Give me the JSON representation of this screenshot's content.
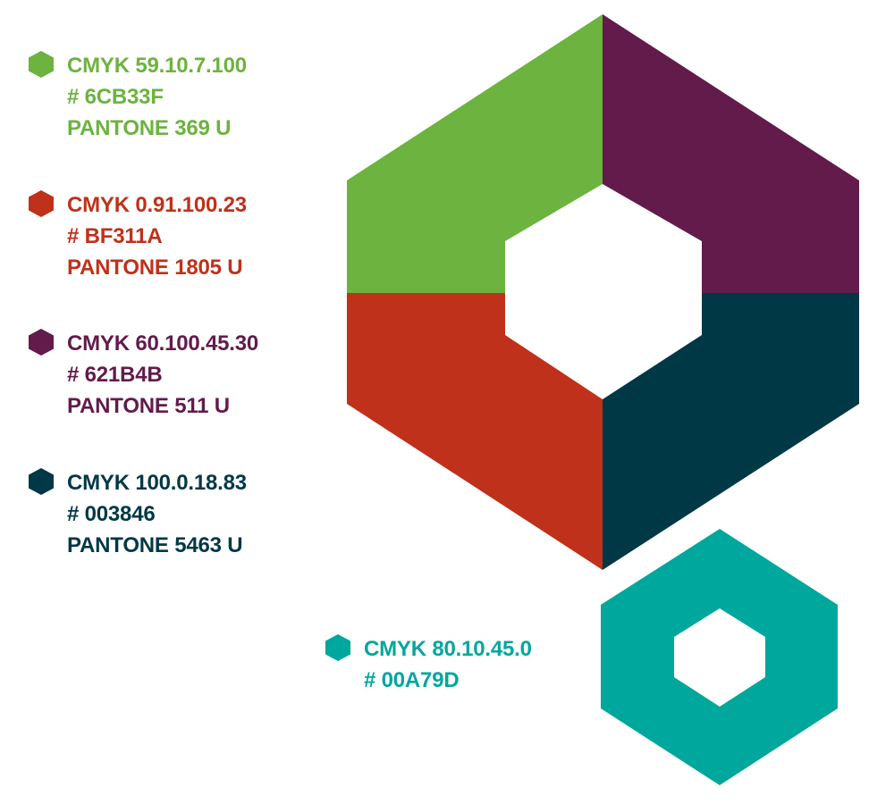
{
  "palette": [
    {
      "id": "green",
      "cmyk": "CMYK 59.10.7.100",
      "hex": "# 6CB33F",
      "pantone": "PANTONE 369 U",
      "color": "#6CB33F"
    },
    {
      "id": "red",
      "cmyk": "CMYK 0.91.100.23",
      "hex": "# BF311A",
      "pantone": "PANTONE 1805 U",
      "color": "#BF311A"
    },
    {
      "id": "purple",
      "cmyk": "CMYK 60.100.45.30",
      "hex": "# 621B4B",
      "pantone": "PANTONE 511 U",
      "color": "#621B4B"
    },
    {
      "id": "navy",
      "cmyk": "CMYK 100.0.18.83",
      "hex": "# 003846",
      "pantone": "PANTONE 5463 U",
      "color": "#003846"
    },
    {
      "id": "teal",
      "cmyk": "CMYK 80.10.45.0",
      "hex": "# 00A79D",
      "color": "#00A79D"
    }
  ]
}
